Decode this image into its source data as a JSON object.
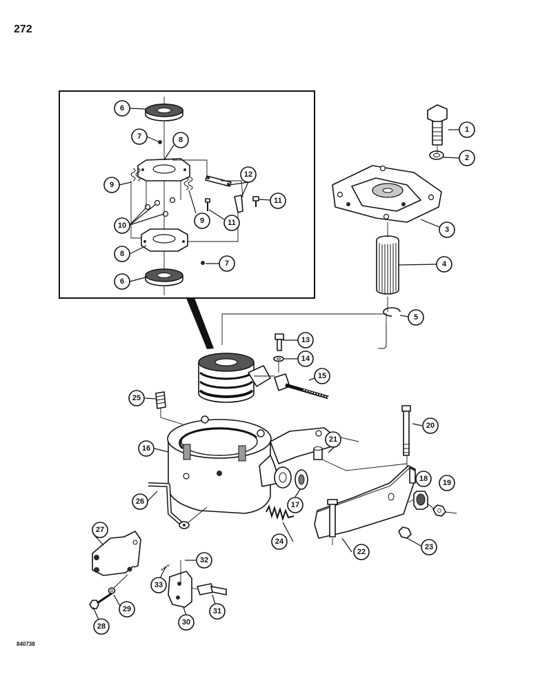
{
  "page_number": "272",
  "figure_code": "840738",
  "callouts": {
    "c1": "1",
    "c2": "2",
    "c3": "3",
    "c4": "4",
    "c5": "5",
    "c6a": "6",
    "c6b": "6",
    "c7a": "7",
    "c7b": "7",
    "c8a": "8",
    "c8b": "8",
    "c9a": "9",
    "c9b": "9",
    "c10": "10",
    "c11a": "11",
    "c11b": "11",
    "c12": "12",
    "c13": "13",
    "c14": "14",
    "c15": "15",
    "c16": "16",
    "c17": "17",
    "c18": "18",
    "c19": "19",
    "c20": "20",
    "c21": "21",
    "c22": "22",
    "c23": "23",
    "c24": "24",
    "c25": "25",
    "c26": "26",
    "c27": "27",
    "c28": "28",
    "c29": "29",
    "c30": "30",
    "c31": "31",
    "c32": "32",
    "c33": "33"
  }
}
